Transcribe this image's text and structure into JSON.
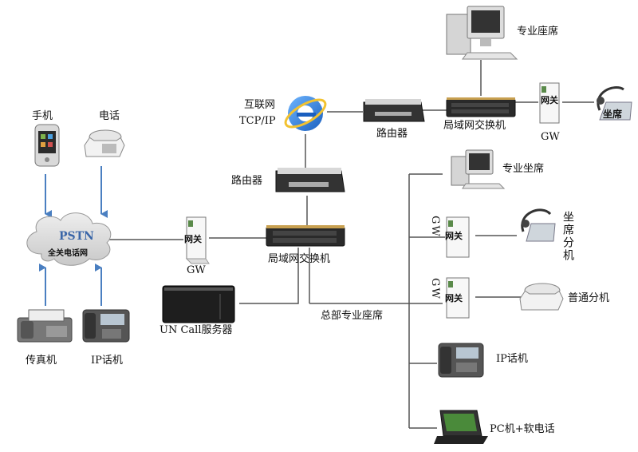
{
  "labels": {
    "mobile": "手机",
    "phone": "电话",
    "pstn": "PSTN",
    "pstn_sub": "全关电话网",
    "fax": "传真机",
    "ip_phone_left": "IP话机",
    "internet_line1": "互联网",
    "internet_line2": "TCP/IP",
    "router_top": "路由器",
    "router_mid": "路由器",
    "lan_switch_top": "局域网交换机",
    "lan_switch_center": "局域网交换机",
    "pro_seat_top": "专业座席",
    "pro_seat_mid": "专业坐席",
    "gw_top": "GW",
    "gw_left": "GW",
    "gw_badge": "网关",
    "gw_vertical_1": "GW",
    "gw_vertical_2": "GW",
    "seat_top_right": "坐席",
    "seat_ext": "坐席分机",
    "normal_ext": "普通分机",
    "hq_seat": "总部专业座席",
    "server": "UN Call服务器",
    "ip_phone_right": "IP话机",
    "pc_softphone": "PC机+软电话"
  },
  "colors": {
    "arrow": "#4a7fc1",
    "line": "#555555",
    "cloud": "#d8d8d8"
  }
}
